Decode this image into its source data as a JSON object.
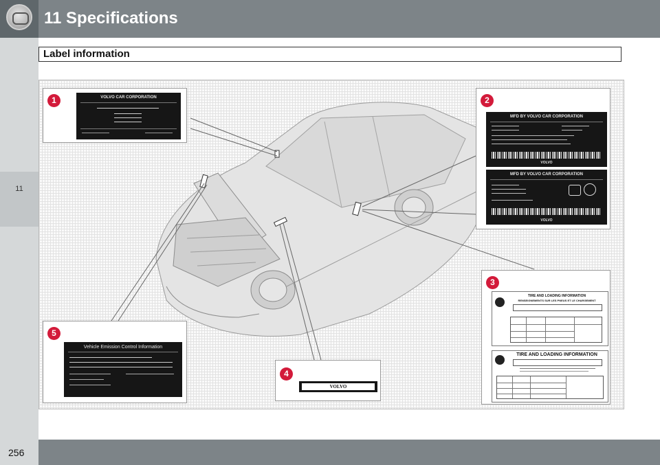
{
  "header": {
    "title": "11 Specifications"
  },
  "sidebar": {
    "chapter_number": "11"
  },
  "section": {
    "title": "Label information"
  },
  "figure": {
    "callouts": [
      "1",
      "2",
      "3",
      "4",
      "5"
    ],
    "label_1": {
      "title": "VOLVO CAR CORPORATION"
    },
    "label_2a": {
      "title": "MFD BY VOLVO CAR CORPORATION",
      "brand": "VOLVO"
    },
    "label_2b": {
      "title": "MFD BY VOLVO CAR CORPORATION",
      "brand": "VOLVO"
    },
    "label_3a": {
      "title": "TIRE AND LOADING INFORMATION",
      "subtitle": "RENSEIGNEMENTS SUR LES PNEUS ET LE CHARGEMENT"
    },
    "label_3b": {
      "title": "TIRE AND LOADING INFORMATION"
    },
    "label_4": {
      "brand": "VOLVO"
    },
    "label_5": {
      "title": "Vehicle Emission Control Information"
    },
    "accent_color": "#d31a3a"
  },
  "footer": {
    "page_number": "256"
  }
}
